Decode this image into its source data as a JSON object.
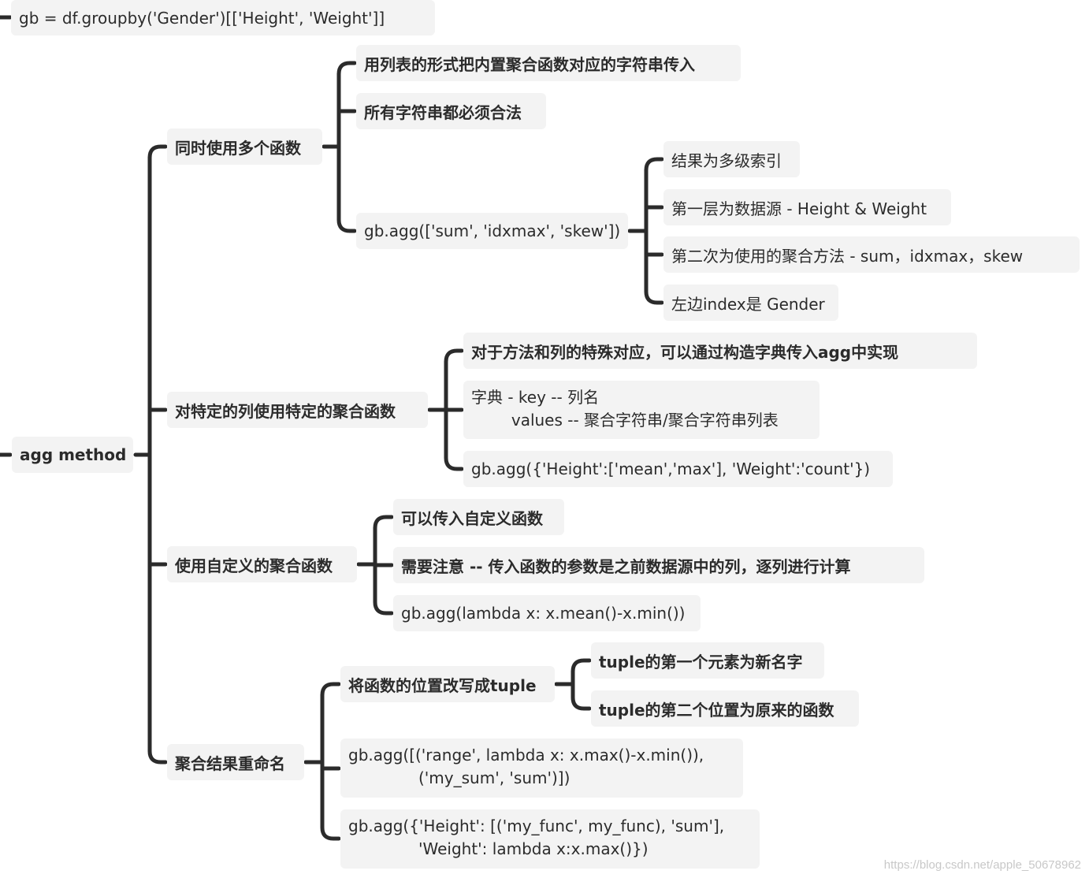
{
  "mindmap": {
    "prev_sibling": "gb = df.groupby('Gender')[['Height', 'Weight']]",
    "root": {
      "label": "agg method",
      "children": [
        {
          "label": "同时使用多个函数",
          "children": [
            {
              "label": "用列表的形式把内置聚合函数对应的字符串传入"
            },
            {
              "label": "所有字符串都必须合法"
            },
            {
              "label": "gb.agg(['sum', 'idxmax', 'skew'])",
              "children": [
                {
                  "label": "结果为多级索引"
                },
                {
                  "label": "第一层为数据源 - Height & Weight"
                },
                {
                  "label": "第二次为使用的聚合方法 - sum，idxmax，skew"
                },
                {
                  "label": "左边index是 Gender"
                }
              ]
            }
          ]
        },
        {
          "label": "对特定的列使用特定的聚合函数",
          "children": [
            {
              "label": "对于方法和列的特殊对应，可以通过构造字典传入agg中实现"
            },
            {
              "label": "字典 - key -- 列名\n        values -- 聚合字符串/聚合字符串列表"
            },
            {
              "label": "gb.agg({'Height':['mean','max'], 'Weight':'count'})"
            }
          ]
        },
        {
          "label": "使用自定义的聚合函数",
          "children": [
            {
              "label": "可以传入自定义函数"
            },
            {
              "label": "需要注意 -- 传入函数的参数是之前数据源中的列，逐列进行计算"
            },
            {
              "label": "gb.agg(lambda x: x.mean()-x.min())"
            }
          ]
        },
        {
          "label": "聚合结果重命名",
          "children": [
            {
              "label": "将函数的位置改写成tuple",
              "children": [
                {
                  "label": "tuple的第一个元素为新名字"
                },
                {
                  "label": "tuple的第二个位置为原来的函数"
                }
              ]
            },
            {
              "label": "gb.agg([('range', lambda x: x.max()-x.min()),\n              ('my_sum', 'sum')])"
            },
            {
              "label": "gb.agg({'Height': [('my_func', my_func), 'sum'],\n              'Weight': lambda x:x.max()})"
            }
          ]
        }
      ]
    },
    "watermark": "https://blog.csdn.net/apple_50678962"
  },
  "colors": {
    "connector": "#2b2b2b",
    "node_bg": "#f3f3f3",
    "text": "#2b2b2b"
  }
}
